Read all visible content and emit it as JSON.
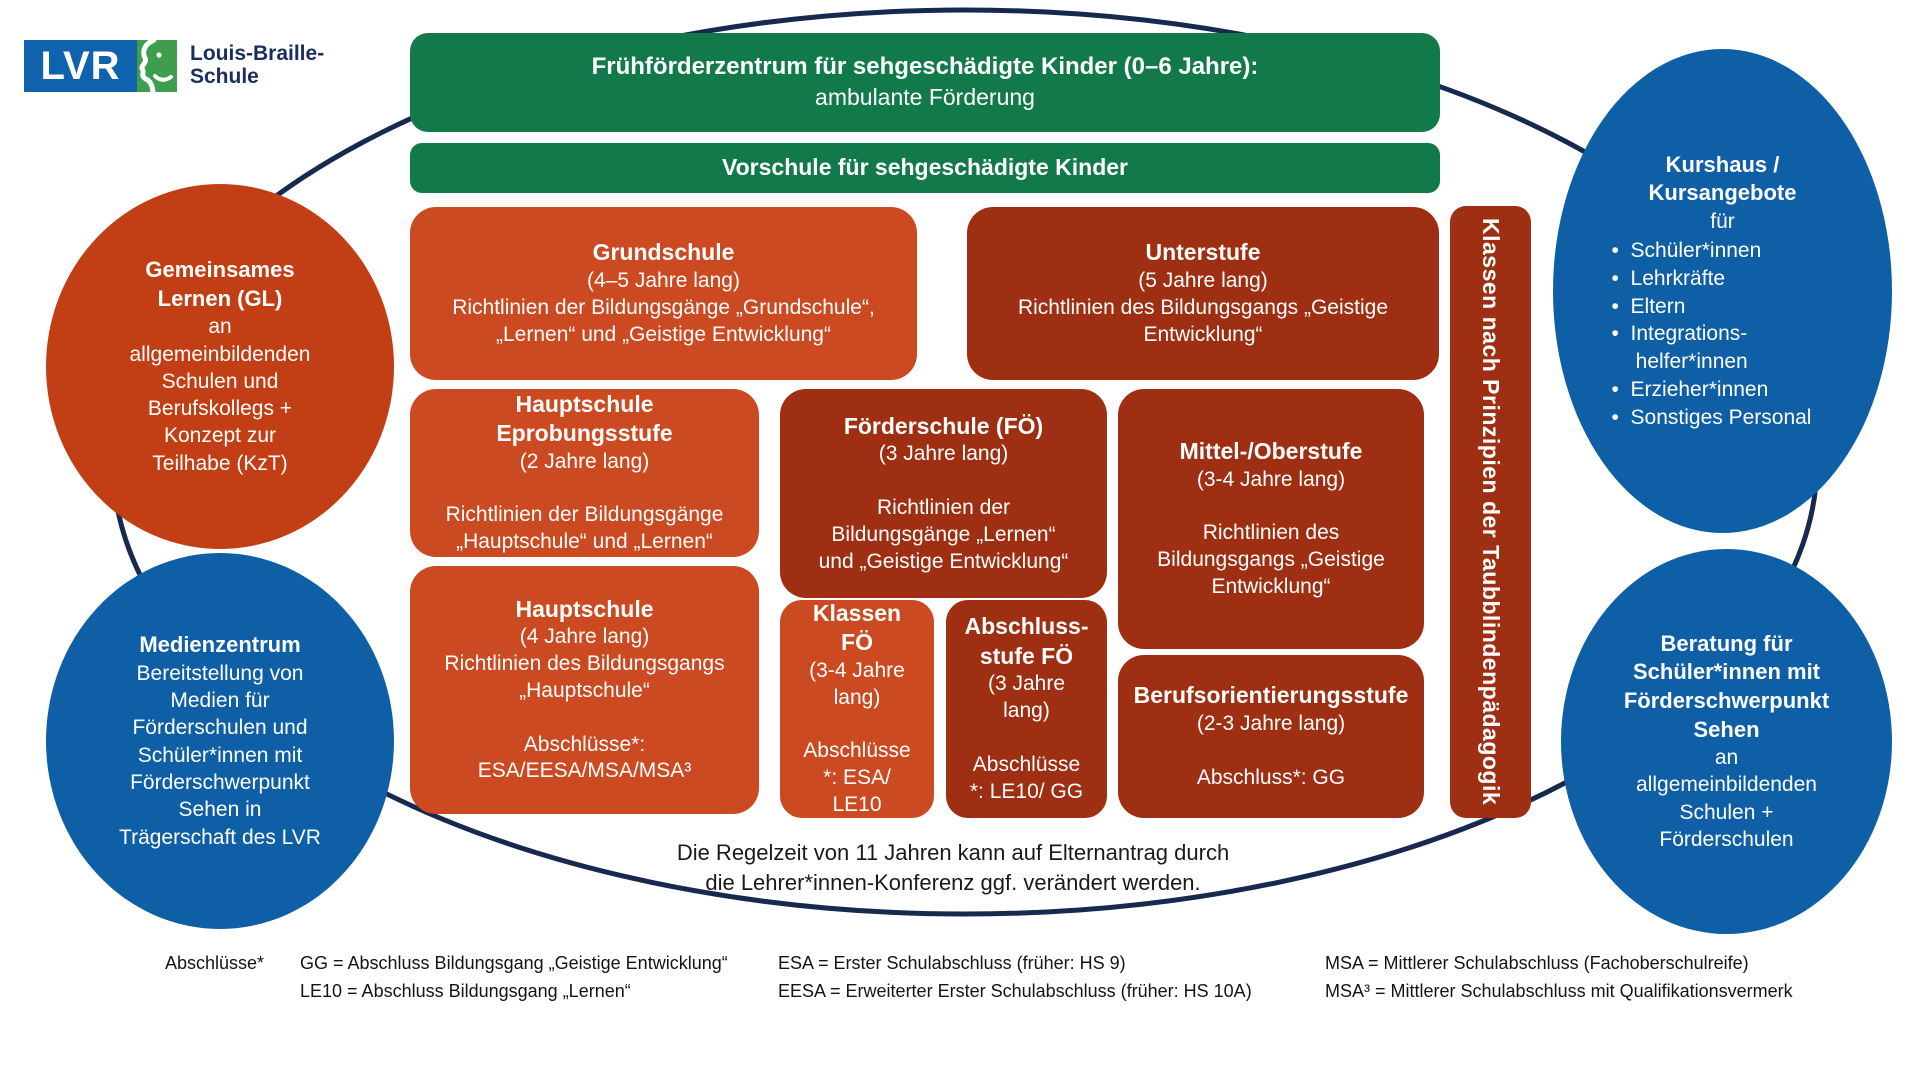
{
  "logo": {
    "lvr": "LVR",
    "school_name": [
      "Louis-Braille-",
      "Schule"
    ]
  },
  "colors": {
    "green": "#12794b",
    "orange_box": "#cb4a21",
    "dark_red_box": "#9e2f12",
    "orange_circle": "#c23e14",
    "blue_circle": "#0f5fa6",
    "navy_outline": "#17294e",
    "logo_blue": "#0f62ae",
    "logo_green": "#3f9e4e"
  },
  "banners": {
    "fruehfoerderzentrum": {
      "title": "Frühförderzentrum  für sehgeschädigte Kinder (0–6 Jahre):",
      "subtitle": "ambulante Förderung"
    },
    "vorschule": {
      "title": "Vorschule für sehgeschädigte Kinder"
    }
  },
  "circles": {
    "gemeinsames_lernen": {
      "title": [
        "Gemeinsames",
        "Lernen  (GL)"
      ],
      "body": [
        "an",
        "allgemeinbildenden",
        "Schulen und",
        "Berufskollegs +",
        "Konzept zur",
        "Teilhabe (KzT)"
      ]
    },
    "medienzentrum": {
      "title": [
        "Medienzentrum"
      ],
      "body": [
        "Bereitstellung von",
        "Medien für",
        "Förderschulen und",
        "Schüler*innen mit",
        "Förderschwerpunkt",
        "Sehen in",
        "Trägerschaft des LVR"
      ]
    },
    "kurshaus": {
      "title": [
        "Kurshaus /",
        "Kursangebote"
      ],
      "intro": "für",
      "items": [
        "Schüler*innen",
        "Lehrkräfte",
        "Eltern",
        "Integrations-helfer*innen",
        "Erzieher*innen",
        "Sonstiges Personal"
      ]
    },
    "beratung": {
      "title": [
        "Beratung für",
        "Schüler*innen mit",
        "Förderschwerpunkt",
        "Sehen"
      ],
      "body": [
        "an",
        "allgemeinbildenden",
        "Schulen +",
        "Förderschulen"
      ]
    }
  },
  "boxes": {
    "grundschule": {
      "title": "Grundschule",
      "lines": [
        "(4–5 Jahre lang)",
        "Richtlinien der Bildungsgänge „Grundschule“,",
        "„Lernen“ und „Geistige Entwicklung“"
      ]
    },
    "unterstufe": {
      "title": "Unterstufe",
      "lines": [
        "(5 Jahre lang)",
        "Richtlinien des Bildungsgangs „Geistige",
        "Entwicklung“"
      ]
    },
    "hauptschule_eprobung": {
      "title": [
        "Hauptschule",
        "Eprobungsstufe"
      ],
      "lines": [
        "(2 Jahre lang)",
        "",
        "Richtlinien der Bildungsgänge",
        "„Hauptschule“ und „Lernen“"
      ]
    },
    "foerderschule": {
      "title": "Förderschule  (FÖ)",
      "lines": [
        "(3 Jahre lang)",
        "",
        "Richtlinien der",
        "Bildungsgänge „Lernen“",
        "und „Geistige Entwicklung“"
      ]
    },
    "mittel_oberstufe": {
      "title": "Mittel-/Oberstufe",
      "lines": [
        "(3-4 Jahre lang)",
        "",
        "Richtlinien des",
        "Bildungsgangs „Geistige",
        "Entwicklung“"
      ]
    },
    "hauptschule": {
      "title": "Hauptschule",
      "lines": [
        "(4 Jahre lang)",
        "Richtlinien des Bildungsgangs",
        "„Hauptschule“",
        "",
        "Abschlüsse*:",
        "ESA/EESA/MSA/MSA³"
      ]
    },
    "klassen_foe": {
      "title": [
        "Klassen",
        "FÖ"
      ],
      "lines": [
        "(3-4 Jahre",
        "lang)",
        "",
        "Abschlüsse",
        "*: ESA/",
        "LE10"
      ]
    },
    "abschlussstufe_foe": {
      "title": [
        "Abschluss-",
        "stufe FÖ"
      ],
      "lines": [
        "(3 Jahre",
        "lang)",
        "",
        "Abschlüsse",
        "*: LE10/ GG"
      ]
    },
    "berufsorientierung": {
      "title": "Berufsorientierungsstufe",
      "lines": [
        "(2-3 Jahre lang)",
        "",
        "Abschluss*: GG"
      ]
    }
  },
  "vertical_bar": {
    "label": "Klassen nach Prinzipien der Taubblindenpädagogik"
  },
  "note": {
    "lines": [
      "Die Regelzeit von 11 Jahren kann auf Elternantrag durch",
      "die Lehrer*innen-Konferenz ggf. verändert werden."
    ]
  },
  "legend": {
    "label": "Abschlüsse*",
    "col1": [
      "GG = Abschluss Bildungsgang „Geistige Entwicklung“",
      "LE10 = Abschluss Bildungsgang „Lernen“"
    ],
    "col2": [
      "ESA = Erster Schulabschluss (früher: HS 9)",
      "EESA = Erweiterter Erster Schulabschluss (früher: HS 10A)"
    ],
    "col3": [
      "MSA = Mittlerer Schulabschluss (Fachoberschulreife)",
      "MSA³ = Mittlerer Schulabschluss mit Qualifikationsvermerk"
    ]
  }
}
